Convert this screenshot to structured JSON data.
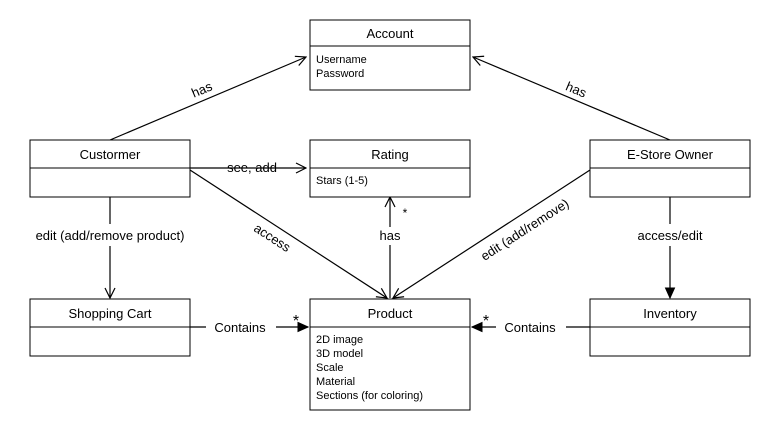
{
  "classes": {
    "account": {
      "title": "Account",
      "attributes": [
        "Username",
        "Password"
      ]
    },
    "customer": {
      "title": "Custormer",
      "attributes": []
    },
    "rating": {
      "title": "Rating",
      "attributes": [
        "Stars (1-5)"
      ]
    },
    "owner": {
      "title": "E-Store Owner",
      "attributes": []
    },
    "cart": {
      "title": "Shopping Cart",
      "attributes": []
    },
    "product": {
      "title": "Product",
      "attributes": [
        "2D image",
        "3D model",
        "Scale",
        "Material",
        "Sections (for coloring)"
      ]
    },
    "inventory": {
      "title": "Inventory",
      "attributes": []
    }
  },
  "relations": {
    "customer_account": "has",
    "owner_account": "has",
    "customer_rating": "see, add",
    "customer_product": "access",
    "product_rating": "has",
    "owner_product": "edit (add/remove)",
    "customer_cart": "edit (add/remove product)",
    "owner_inventory": "access/edit",
    "cart_product": "Contains",
    "inventory_product": "Contains"
  },
  "multiplicities": {
    "cart_product": "*",
    "inventory_product": "*",
    "rating_product": "*"
  }
}
